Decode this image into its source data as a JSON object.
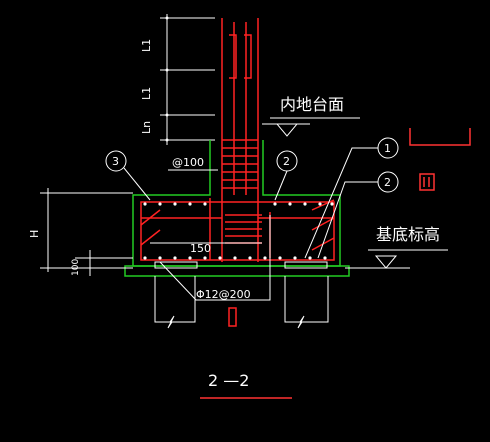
{
  "diagram": {
    "section_title": "2 —2",
    "labels": {
      "L1_top": "L1",
      "L1_mid": "L1",
      "Ln": "Ln",
      "H": "H",
      "dim_100": "100",
      "at100": "@100",
      "dim150": "150",
      "rebar": "Φ12@200",
      "floor_label": "内地台面",
      "base_label": "基底标高"
    },
    "callouts": [
      "1",
      "2",
      "2",
      "3"
    ],
    "colors": {
      "background": "#000000",
      "concrete": "#22cc22",
      "rebar": "#ff2222",
      "line": "#ffffff",
      "accent": "#ff3333"
    }
  }
}
